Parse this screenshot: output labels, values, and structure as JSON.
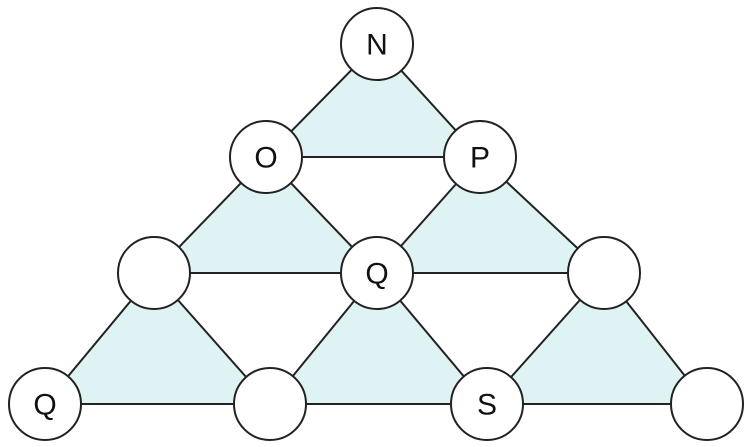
{
  "colors": {
    "fill": "#dff3f5",
    "stroke": "#222222",
    "node_fill": "#ffffff"
  },
  "nodes": [
    {
      "id": "n1",
      "label": "N"
    },
    {
      "id": "n2",
      "label": "O"
    },
    {
      "id": "n3",
      "label": "P"
    },
    {
      "id": "n4",
      "label": ""
    },
    {
      "id": "n5",
      "label": "Q"
    },
    {
      "id": "n6",
      "label": ""
    },
    {
      "id": "n7",
      "label": "Q"
    },
    {
      "id": "n8",
      "label": ""
    },
    {
      "id": "n9",
      "label": "S"
    },
    {
      "id": "n10",
      "label": ""
    }
  ],
  "triangles": [
    [
      "n1",
      "n2",
      "n3"
    ],
    [
      "n2",
      "n4",
      "n5"
    ],
    [
      "n3",
      "n5",
      "n6"
    ],
    [
      "n4",
      "n7",
      "n8"
    ],
    [
      "n5",
      "n8",
      "n9"
    ],
    [
      "n6",
      "n9",
      "n10"
    ]
  ]
}
